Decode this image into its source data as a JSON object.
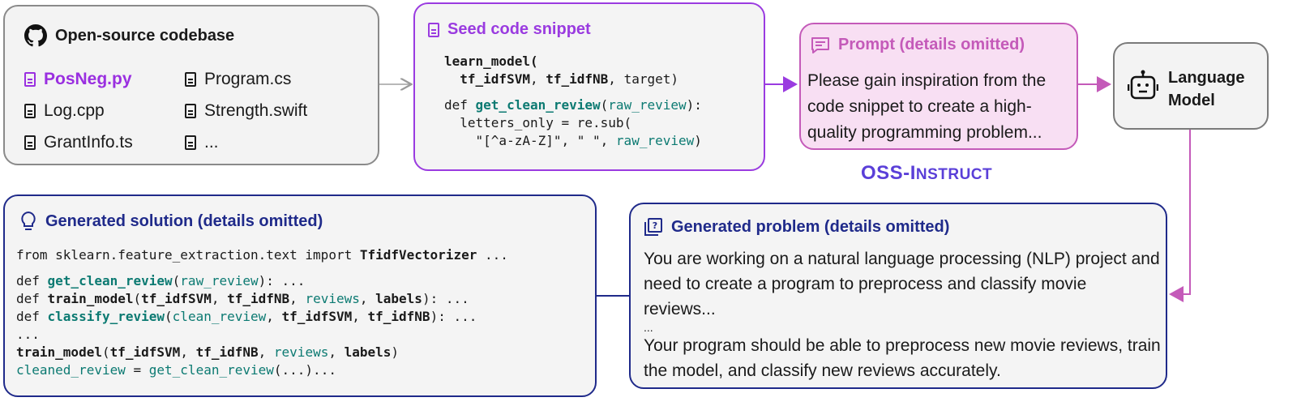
{
  "codebase": {
    "title": "Open-source codebase",
    "files": [
      "PosNeg.py",
      "Program.cs",
      "Log.cpp",
      "Strength.swift",
      "GrantInfo.ts",
      "..."
    ],
    "active_file": "PosNeg.py"
  },
  "seed": {
    "title": "Seed code snippet",
    "code": {
      "l1_fn": "learn_model(",
      "l2_a": "tf_idfSVM",
      "l2_sep": ", ",
      "l2_b": "tf_idfNB",
      "l2_c": ", target)",
      "l3_kw": "def ",
      "l3_fn": "get_clean_review",
      "l3_p": "(",
      "l3_arg": "raw_review",
      "l3_end": "):",
      "l4": "letters_only = re.sub(",
      "l5_a": "\"[^a-zA-Z]\", \" \", ",
      "l5_arg": "raw_review",
      "l5_end": ")"
    }
  },
  "prompt": {
    "title": "Prompt (details omitted)",
    "text": "Please gain inspiration from the code snippet to create a high-quality programming problem..."
  },
  "language_model": {
    "label_line1": "Language",
    "label_line2": "Model"
  },
  "oss_instruct": {
    "oss": "OSS-",
    "instr_I": "I",
    "instr_rest": "NSTRUCT"
  },
  "solution": {
    "title": "Generated solution (details omitted)",
    "code": {
      "s1_a": "from sklearn.feature_extraction.text import ",
      "s1_b": "TfidfVectorizer",
      "s1_c": " ...",
      "s2_kw": "def ",
      "s2_fn": "get_clean_review",
      "s2_p": "(",
      "s2_arg": "raw_review",
      "s2_end": "): ...",
      "s3_kw": "def ",
      "s3_fn": "train_model",
      "s3_p": "(",
      "s3_a": "tf_idfSVM",
      "s3_s1": ", ",
      "s3_b": "tf_idfNB",
      "s3_s2": ", ",
      "s3_c": "reviews",
      "s3_s3": ", ",
      "s3_d": "labels",
      "s3_end": "): ...",
      "s4_kw": "def ",
      "s4_fn": "classify_review",
      "s4_p": "(",
      "s4_a": "clean_review",
      "s4_s1": ", ",
      "s4_b": "tf_idfSVM",
      "s4_s2": ", ",
      "s4_c": "tf_idfNB",
      "s4_end": "): ...",
      "s5": "...",
      "s6_fn": "train_model",
      "s6_p": "(",
      "s6_a": "tf_idfSVM",
      "s6_s1": ", ",
      "s6_b": "tf_idfNB",
      "s6_s2": ", ",
      "s6_c": "reviews",
      "s6_s3": ", ",
      "s6_d": "labels",
      "s6_end": ")",
      "s7_a": "cleaned_review",
      "s7_b": " = ",
      "s7_c": "get_clean_review",
      "s7_d": "(...)..."
    }
  },
  "problem": {
    "title": "Generated problem (details omitted)",
    "p1": "You are working on a natural language processing (NLP) project and need to create a program to preprocess and classify movie reviews...",
    "ellipsis": "...",
    "p2": "Your program should be able to preprocess new movie reviews, train the model, and classify new reviews accurately."
  },
  "colors": {
    "purple": "#9a3be0",
    "pink": "#c45ab9",
    "navy": "#1f2a8a",
    "teal": "#0c7a72"
  }
}
